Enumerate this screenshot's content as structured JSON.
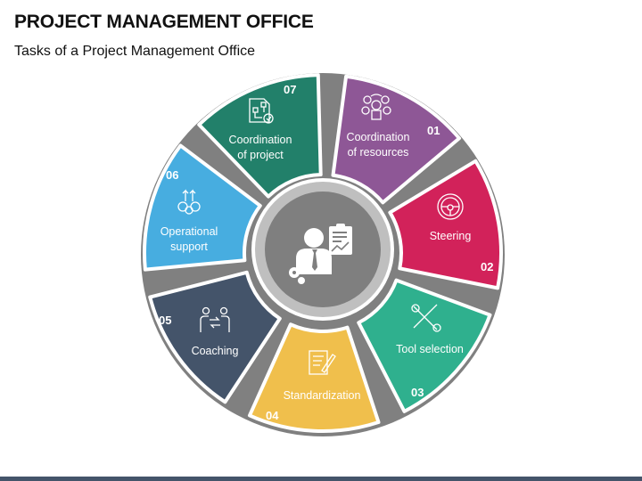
{
  "header": {
    "title": "PROJECT MANAGEMENT OFFICE",
    "subtitle": "Tasks of a Project Management Office"
  },
  "center": {
    "icon": "manager-with-report-icon",
    "fill": "#7f7f7f",
    "ring": "#bfbfbf"
  },
  "segments": [
    {
      "number": "01",
      "line1": "Coordination",
      "line2": "of resources",
      "icon": "resources-network-icon",
      "color": "#8e5796"
    },
    {
      "number": "02",
      "line1": "Steering",
      "line2": "",
      "icon": "steering-wheel-icon",
      "color": "#d2225a"
    },
    {
      "number": "03",
      "line1": "Tool selection",
      "line2": "",
      "icon": "wrench-screwdriver-icon",
      "color": "#2fb08e"
    },
    {
      "number": "04",
      "line1": "Standardization",
      "line2": "",
      "icon": "document-pen-icon",
      "color": "#f0bf4c"
    },
    {
      "number": "05",
      "line1": "Coaching",
      "line2": "",
      "icon": "coaching-people-icon",
      "color": "#44546a"
    },
    {
      "number": "06",
      "line1": "Operational",
      "line2": "support",
      "icon": "gears-arrows-icon",
      "color": "#47ade0"
    },
    {
      "number": "07",
      "line1": "Coordination",
      "line2": "of project",
      "icon": "project-document-icon",
      "color": "#22806a"
    }
  ],
  "footer": {
    "color": "#44546a"
  }
}
